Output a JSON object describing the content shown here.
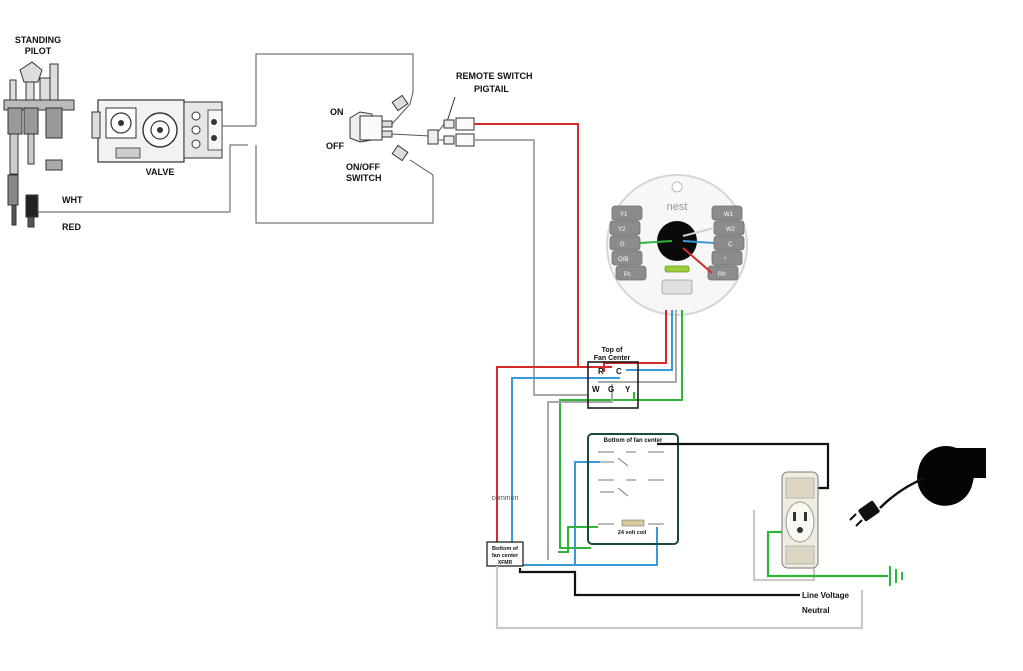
{
  "labels": {
    "standing_pilot": [
      "STANDING",
      "PILOT"
    ],
    "valve": "VALVE",
    "wht": "WHT",
    "red": "RED",
    "remote_switch": [
      "REMOTE SWITCH",
      "PIGTAIL"
    ],
    "on": "ON",
    "off": "OFF",
    "onoff_switch": [
      "ON/OFF",
      "SWITCH"
    ],
    "top_of_fan_center": [
      "Top of",
      "Fan Center"
    ],
    "terminal_r": "R",
    "terminal_c": "C",
    "terminal_w": "W",
    "terminal_g": "G",
    "terminal_y": "Y",
    "bottom_of_fan_center_main": "Bottom of fan center",
    "twenty_four_volt_coil": "24 volt coil",
    "bottom_of_fan_center_small": [
      "Bottom of",
      "fan center"
    ],
    "xfmr": "XFMR",
    "common": "common",
    "line_voltage": "Line Voltage",
    "neutral": "Neutral",
    "nest_brand": "nest",
    "nest_left_terminals": [
      "Y1",
      "Y2",
      "G",
      "O/B",
      "Pc"
    ],
    "nest_right_terminals": [
      "W1",
      "W2",
      "C",
      "*",
      "Rh"
    ]
  },
  "colors": {
    "wire_red": "#d52b2b",
    "wire_blue": "#3a9ad9",
    "wire_green": "#2fb53a",
    "wire_gray": "#a8a8a8",
    "wire_black": "#111111",
    "line_gray": "#555555"
  },
  "icons": {
    "blower": "blower-fan-icon",
    "plug": "power-plug-icon",
    "ground": "ground-symbol-icon",
    "outlet": "duplex-outlet-icon"
  }
}
